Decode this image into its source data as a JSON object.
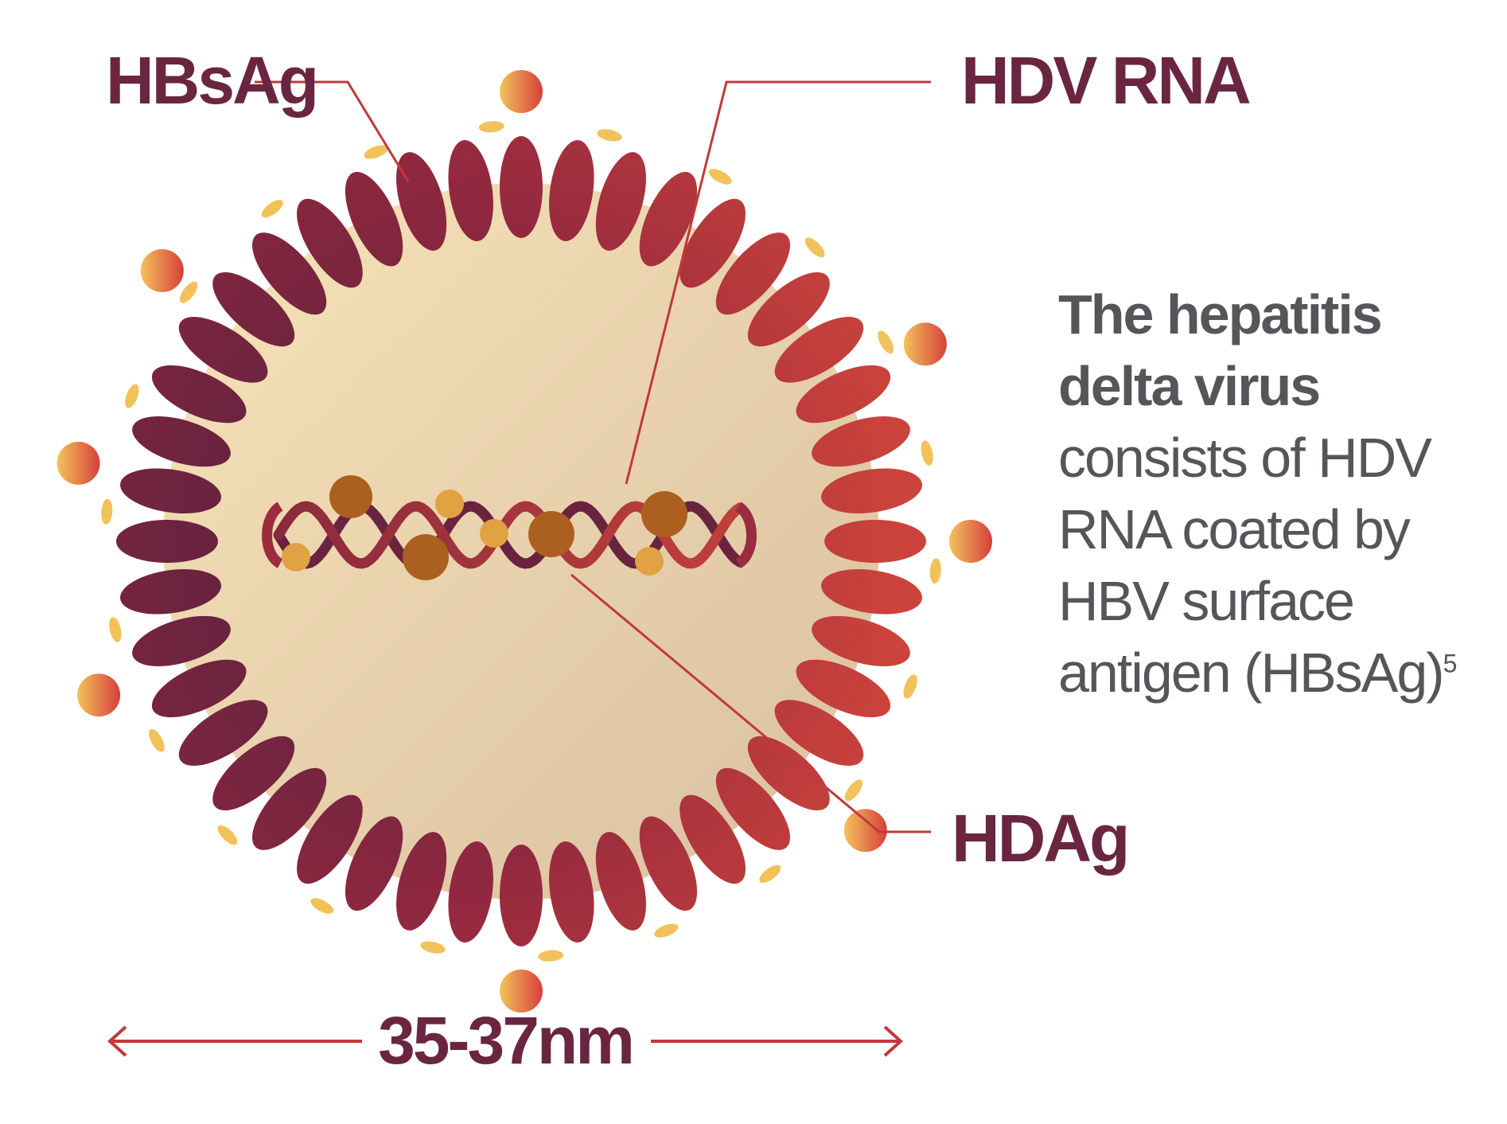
{
  "labels": {
    "hbsag": "HBsAg",
    "hdv_rna": "HDV RNA",
    "hdag": "HDAg",
    "size": "35-37nm"
  },
  "description": {
    "title_line1": "The hepatitis",
    "title_line2": "delta virus",
    "body_line1": "consists of HDV",
    "body_line2": "RNA coated by",
    "body_line3": "HBV surface",
    "body_line4": "antigen (HBsAg)",
    "footnote": "5"
  },
  "colors": {
    "label_text": "#6a2640",
    "body_text": "#55565a",
    "leader_line": "#c0393b",
    "spike_dark": "#6e2440",
    "spike_light": "#c8403c",
    "core_light": "#f5dfb4",
    "core_dark": "#ddc3a3",
    "ball_light": "#f2bd57",
    "ball_dark": "#d8413c",
    "protein_dark": "#ac6020",
    "protein_light": "#e2a142"
  }
}
